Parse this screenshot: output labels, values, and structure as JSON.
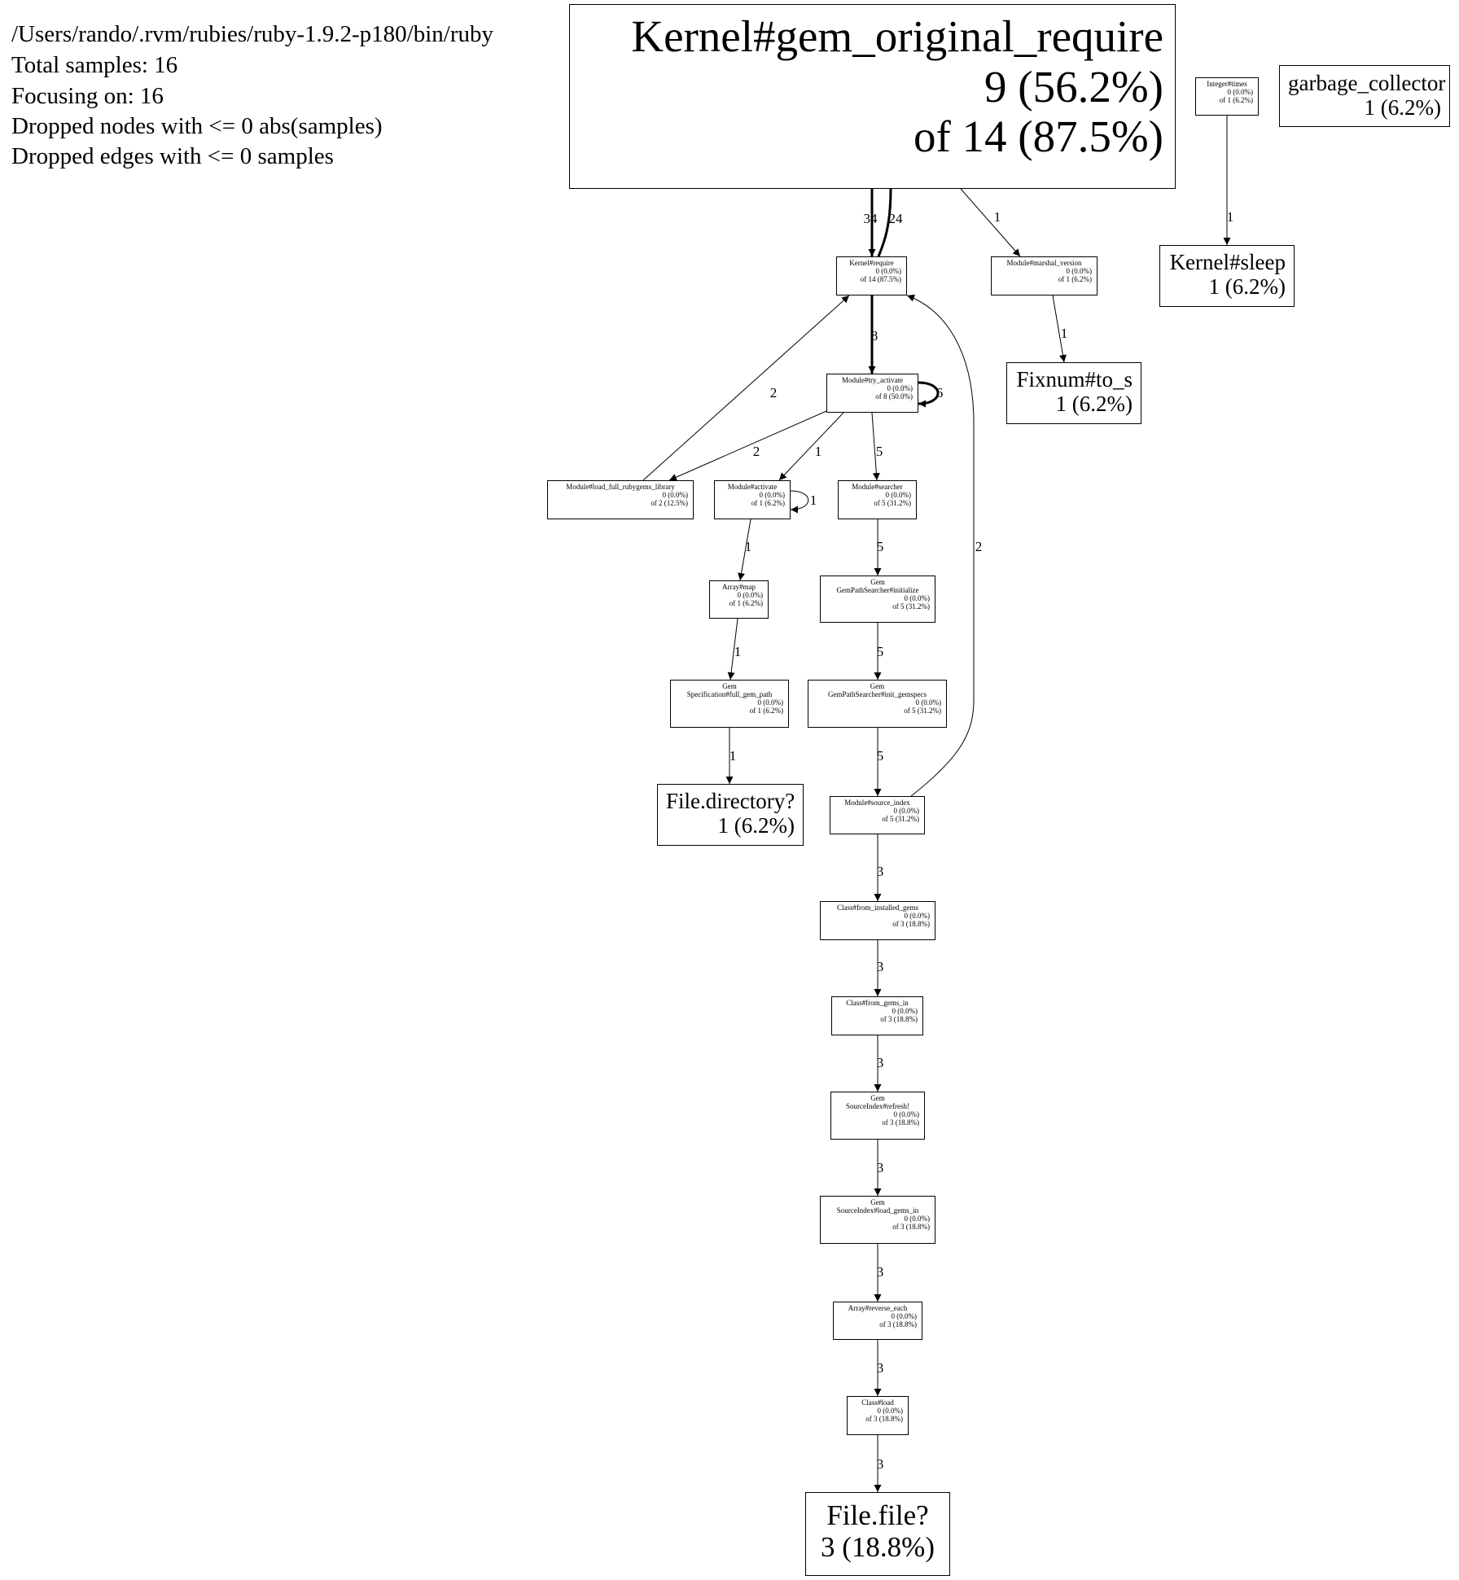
{
  "header": {
    "binary": "/Users/rando/.rvm/rubies/ruby-1.9.2-p180/bin/ruby",
    "total_samples": "Total samples: 16",
    "focusing": "Focusing on: 16",
    "dropped_nodes": "Dropped nodes with <= 0 abs(samples)",
    "dropped_edges": "Dropped edges with <= 0 samples"
  },
  "nodes": {
    "gem_original_require": {
      "name": "Kernel#gem_original_require",
      "self": "9 (56.2%)",
      "total": "of 14 (87.5%)"
    },
    "integer_times": {
      "name": "Integer#times",
      "self": "0 (0.0%)",
      "total": "of 1 (6.2%)"
    },
    "garbage_collector": {
      "name": "garbage_collector",
      "self": "1 (6.2%)"
    },
    "kernel_require": {
      "name": "Kernel#require",
      "self": "0 (0.0%)",
      "total": "of 14 (87.5%)"
    },
    "marshal_version": {
      "name": "Module#marshal_version",
      "self": "0 (0.0%)",
      "total": "of 1 (6.2%)"
    },
    "kernel_sleep": {
      "name": "Kernel#sleep",
      "self": "1 (6.2%)"
    },
    "fixnum_to_s": {
      "name": "Fixnum#to_s",
      "self": "1 (6.2%)"
    },
    "try_activate": {
      "name": "Module#try_activate",
      "self": "0 (0.0%)",
      "total": "of 8 (50.0%)"
    },
    "load_full_rubygems": {
      "name": "Module#load_full_rubygems_library",
      "self": "0 (0.0%)",
      "total": "of 2 (12.5%)"
    },
    "activate": {
      "name": "Module#activate",
      "self": "0 (0.0%)",
      "total": "of 1 (6.2%)"
    },
    "searcher": {
      "name": "Module#searcher",
      "self": "0 (0.0%)",
      "total": "of 5 (31.2%)"
    },
    "array_map": {
      "name": "Array#map",
      "self": "0 (0.0%)",
      "total": "of 1 (6.2%)"
    },
    "gps_initialize": {
      "name1": "Gem",
      "name2": "GemPathSearcher#initialize",
      "self": "0 (0.0%)",
      "total": "of 5 (31.2%)"
    },
    "full_gem_path": {
      "name1": "Gem",
      "name2": "Specification#full_gem_path",
      "self": "0 (0.0%)",
      "total": "of 1 (6.2%)"
    },
    "init_gemspecs": {
      "name1": "Gem",
      "name2": "GemPathSearcher#init_gemspecs",
      "self": "0 (0.0%)",
      "total": "of 5 (31.2%)"
    },
    "file_directory": {
      "name": "File.directory?",
      "self": "1 (6.2%)"
    },
    "source_index": {
      "name": "Module#source_index",
      "self": "0 (0.0%)",
      "total": "of 5 (31.2%)"
    },
    "from_installed_gems": {
      "name": "Class#from_installed_gems",
      "self": "0 (0.0%)",
      "total": "of 3 (18.8%)"
    },
    "from_gems_in": {
      "name": "Class#from_gems_in",
      "self": "0 (0.0%)",
      "total": "of 3 (18.8%)"
    },
    "refresh": {
      "name1": "Gem",
      "name2": "SourceIndex#refresh!",
      "self": "0 (0.0%)",
      "total": "of 3 (18.8%)"
    },
    "load_gems_in": {
      "name1": "Gem",
      "name2": "SourceIndex#load_gems_in",
      "self": "0 (0.0%)",
      "total": "of 3 (18.8%)"
    },
    "reverse_each": {
      "name": "Array#reverse_each",
      "self": "0 (0.0%)",
      "total": "of 3 (18.8%)"
    },
    "class_load": {
      "name": "Class#load",
      "self": "0 (0.0%)",
      "total": "of 3 (18.8%)"
    },
    "file_file": {
      "name": "File.file?",
      "self": "3 (18.8%)"
    }
  },
  "edges": [
    {
      "from": "gem_original_require",
      "to": "kernel_require",
      "label": "34"
    },
    {
      "from": "kernel_require",
      "to": "gem_original_require",
      "label": "24"
    },
    {
      "from": "gem_original_require",
      "to": "marshal_version",
      "label": "1"
    },
    {
      "from": "integer_times",
      "to": "kernel_sleep",
      "label": "1"
    },
    {
      "from": "marshal_version",
      "to": "fixnum_to_s",
      "label": "1"
    },
    {
      "from": "kernel_require",
      "to": "try_activate",
      "label": "8"
    },
    {
      "from": "try_activate",
      "to": "try_activate",
      "label": "6"
    },
    {
      "from": "load_full_rubygems",
      "to": "kernel_require",
      "label": "2"
    },
    {
      "from": "try_activate",
      "to": "load_full_rubygems",
      "label": "2"
    },
    {
      "from": "try_activate",
      "to": "activate",
      "label": "1"
    },
    {
      "from": "try_activate",
      "to": "searcher",
      "label": "5"
    },
    {
      "from": "activate",
      "to": "activate",
      "label": "1"
    },
    {
      "from": "activate",
      "to": "array_map",
      "label": "1"
    },
    {
      "from": "searcher",
      "to": "gps_initialize",
      "label": "5"
    },
    {
      "from": "array_map",
      "to": "full_gem_path",
      "label": "1"
    },
    {
      "from": "gps_initialize",
      "to": "init_gemspecs",
      "label": "5"
    },
    {
      "from": "full_gem_path",
      "to": "file_directory",
      "label": "1"
    },
    {
      "from": "init_gemspecs",
      "to": "source_index",
      "label": "5"
    },
    {
      "from": "source_index",
      "to": "kernel_require",
      "label": "2"
    },
    {
      "from": "source_index",
      "to": "from_installed_gems",
      "label": "3"
    },
    {
      "from": "from_installed_gems",
      "to": "from_gems_in",
      "label": "3"
    },
    {
      "from": "from_gems_in",
      "to": "refresh",
      "label": "3"
    },
    {
      "from": "refresh",
      "to": "load_gems_in",
      "label": "3"
    },
    {
      "from": "load_gems_in",
      "to": "reverse_each",
      "label": "3"
    },
    {
      "from": "reverse_each",
      "to": "class_load",
      "label": "3"
    },
    {
      "from": "class_load",
      "to": "file_file",
      "label": "3"
    }
  ]
}
